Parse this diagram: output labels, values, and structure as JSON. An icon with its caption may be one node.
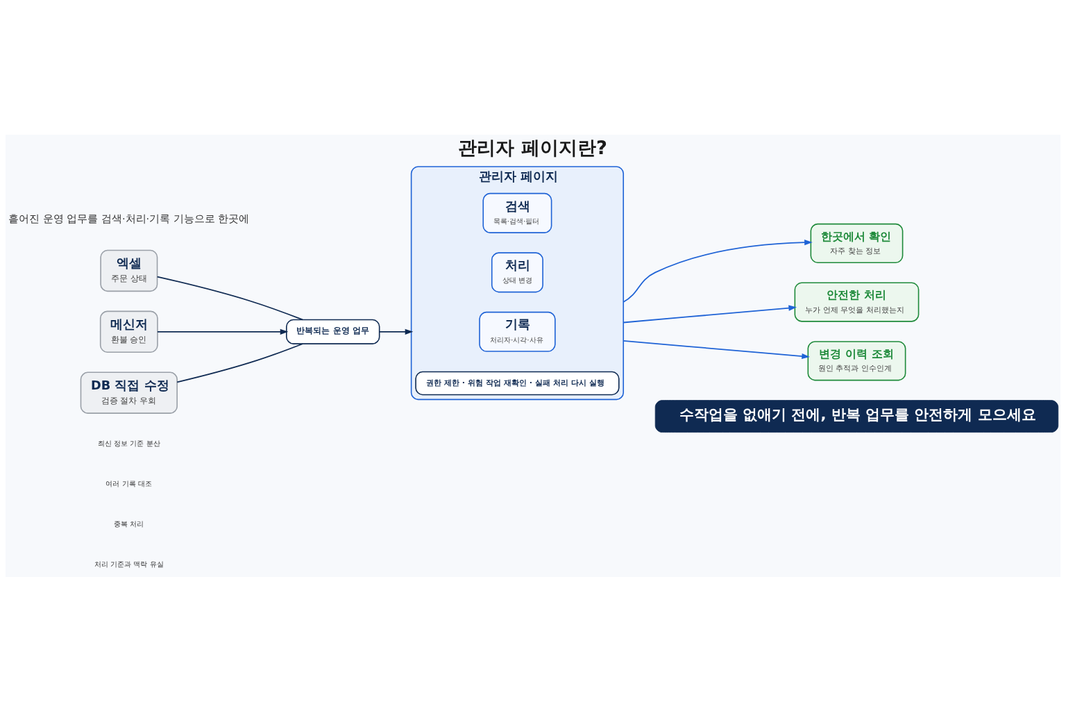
{
  "diagram": {
    "title": "관리자 페이지란?",
    "caption": "수작업을 없애기 전에, 반복 업무를 안전하게 모으세요",
    "nodes": [
      {
        "text": [
          "엑셀",
          "주문 상태"
        ]
      },
      {
        "text": [
          "메신저",
          "환불 승인"
        ]
      },
      {
        "text": [
          "DB 직접 수정",
          "검증 절차 우회"
        ]
      },
      {
        "text": [
          "반복되는 운영 업무"
        ]
      },
      {
        "text": [
          "관리자 페이지"
        ]
      },
      {
        "text": [
          "검색",
          "목록·검색·필터"
        ],
        "in": 4
      },
      {
        "text": [
          "처리",
          "상태 변경"
        ],
        "in": 4
      },
      {
        "text": [
          "기록",
          "처리자·시각·사유"
        ],
        "in": 4
      },
      {
        "text": [
          "권한 제한 · 위험 작업 재확인 · 실패 처리 다시 실행"
        ],
        "in": 4
      },
      {
        "text": [
          "한곳에서 확인",
          "자주 찾는 정보"
        ]
      },
      {
        "text": [
          "안전한 처리",
          "누가 언제 무엇을 처리했는지"
        ]
      },
      {
        "text": [
          "변경 이력 조회",
          "원인 추적과 인수인계"
        ]
      }
    ],
    "edges": [
      {
        "from": 0,
        "to": 3,
        "arrow": "none"
      },
      {
        "from": 1,
        "to": 3,
        "arrow": "to"
      },
      {
        "from": 2,
        "to": 3,
        "arrow": "none"
      },
      {
        "from": 3,
        "to": 4,
        "arrow": "to"
      },
      {
        "from": 4,
        "to": 9,
        "arrow": "to",
        "color": "#1f63d6"
      },
      {
        "from": 4,
        "to": 10,
        "arrow": "to",
        "color": "#1f63d6"
      },
      {
        "from": 4,
        "to": 11,
        "arrow": "to",
        "color": "#1f63d6"
      }
    ],
    "labels": [
      "흩어진 운영 업무를 검색·처리·기록 기능으로 한곳에",
      "최신 정보 기준 분산",
      "여러 기록 대조",
      "중복 처리",
      "처리 기준과 맥락 유실"
    ]
  }
}
